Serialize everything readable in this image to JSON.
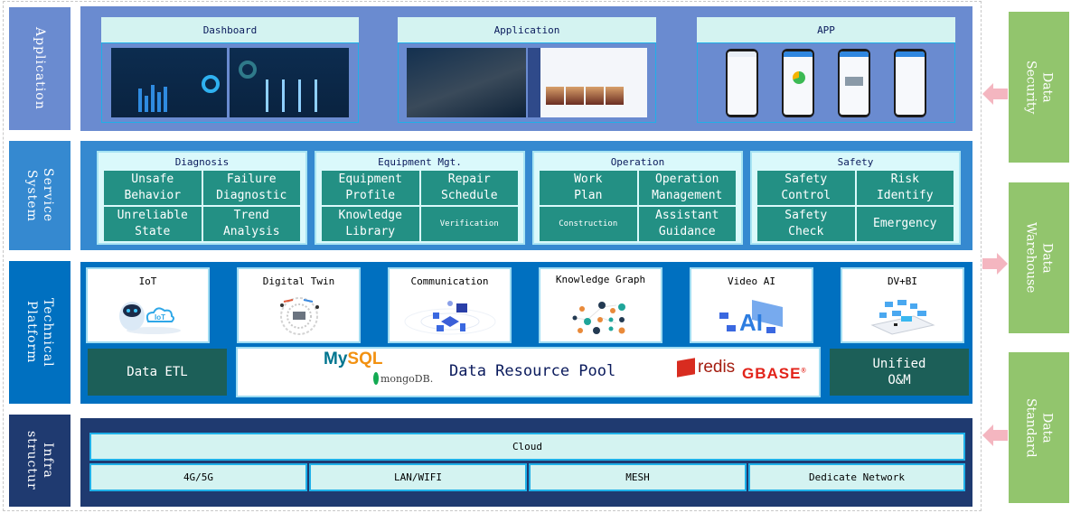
{
  "layers": {
    "application": {
      "label": "Application",
      "cards": [
        {
          "title": "Dashboard",
          "images": [
            "dashboard-screenshot-1",
            "dashboard-screenshot-2"
          ]
        },
        {
          "title": "Application",
          "images": [
            "substation-3d-screenshot",
            "web-app-screenshot"
          ]
        },
        {
          "title": "APP",
          "images": [
            "mobile-screen-1",
            "mobile-screen-2",
            "mobile-screen-3",
            "mobile-screen-4"
          ]
        }
      ]
    },
    "service": {
      "label": "Service\nSystem",
      "groups": [
        {
          "title": "Diagnosis",
          "items": [
            "Unsafe\nBehavior",
            "Failure\nDiagnostic",
            "Unreliable\nState",
            "Trend\nAnalysis"
          ]
        },
        {
          "title": "Equipment Mgt.",
          "items": [
            "Equipment\nProfile",
            "Repair\nSchedule",
            "Knowledge\nLibrary",
            "Verification"
          ]
        },
        {
          "title": "Operation",
          "items": [
            "Work\nPlan",
            "Operation\nManagement",
            "Construction",
            "Assistant\nGuidance"
          ]
        },
        {
          "title": "Safety",
          "items": [
            "Safety\nControl",
            "Risk\nIdentify",
            "Safety\nCheck",
            "Emergency"
          ]
        }
      ]
    },
    "technical": {
      "label": "Technical\nPlatform",
      "cards": [
        {
          "title": "IoT",
          "icon": "iot-robot-cloud-icon"
        },
        {
          "title": "Digital Twin",
          "icon": "digital-twin-icon"
        },
        {
          "title": "Communication",
          "icon": "communication-devices-icon"
        },
        {
          "title": "Knowledge Graph",
          "icon": "knowledge-graph-icon"
        },
        {
          "title": "Video AI",
          "icon": "video-ai-icon"
        },
        {
          "title": "DV+BI",
          "icon": "dv-bi-dashboard-icon"
        }
      ],
      "data_etl": "Data ETL",
      "resource_pool": {
        "title": "Data Resource Pool",
        "logos": {
          "mysql_my": "My",
          "mysql_sql": "SQL",
          "mongodb": "mongoDB.",
          "redis": "redis",
          "gbase": "GBASE",
          "gbase_mark": "®"
        }
      },
      "unified_om": "Unified\nO&M"
    },
    "infrastructure": {
      "label": "Infra\nstructur",
      "cloud": "Cloud",
      "networks": [
        "4G/5G",
        "LAN/WIFI",
        "MESH",
        "Dedicate Network"
      ]
    }
  },
  "side": [
    {
      "label": "Data\nSecurity",
      "arrow": "left"
    },
    {
      "label": "Data\nWarehouse",
      "arrow": "right"
    },
    {
      "label": "Data\nStandard",
      "arrow": "left"
    }
  ],
  "colors": {
    "application": "#6a8bd0",
    "service": "#3589d0",
    "technical": "#0070c0",
    "infrastructure": "#1f3a70",
    "service_cell": "#239084",
    "platform_dark": "#1c5f58",
    "side_box": "#92c56d",
    "arrow": "#f4b6c0"
  }
}
